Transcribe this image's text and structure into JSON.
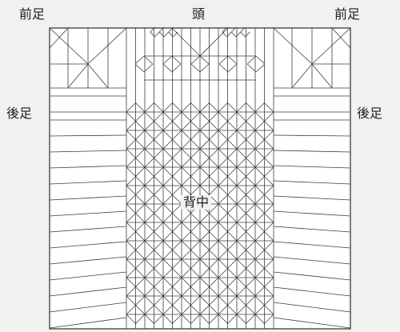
{
  "labels": {
    "front_leg_left": "前足",
    "head": "頭",
    "front_leg_right": "前足",
    "hind_leg_left": "後足",
    "hind_leg_right": "後足",
    "back": "背中"
  },
  "colors": {
    "background": "#f2f1ef",
    "paper": "#ffffff",
    "line": "#3c3c3c"
  }
}
